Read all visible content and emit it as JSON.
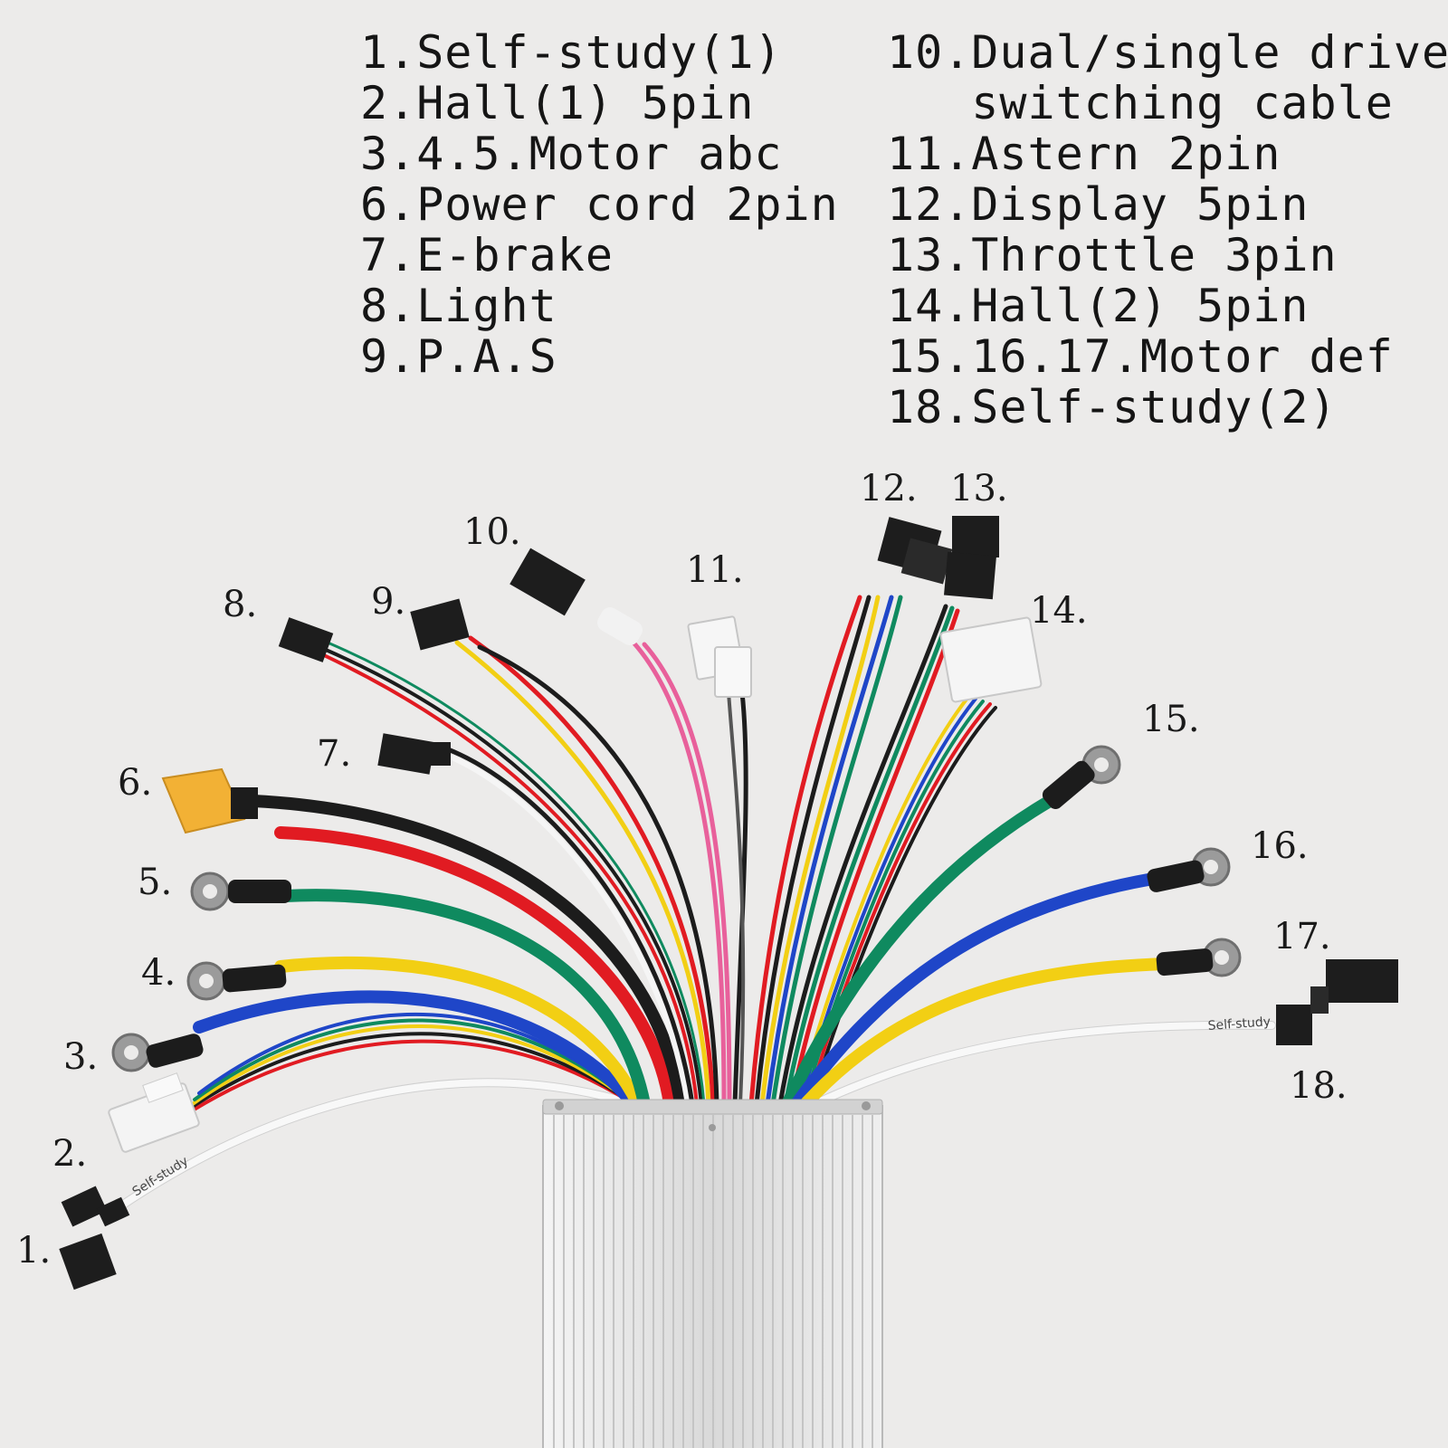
{
  "legend": {
    "left": [
      "1.Self-study(1)",
      "2.Hall(1) 5pin",
      "3.4.5.Motor abc",
      "6.Power cord 2pin",
      "7.E-brake",
      "8.Light",
      "9.P.A.S"
    ],
    "right": [
      "10.Dual/single drive",
      "   switching cable",
      "11.Astern 2pin",
      "12.Display 5pin",
      "13.Throttle 3pin",
      "14.Hall(2) 5pin",
      "15.16.17.Motor def",
      "18.Self-study(2)"
    ]
  },
  "callouts": {
    "c1": "1.",
    "c2": "2.",
    "c3": "3.",
    "c4": "4.",
    "c5": "5.",
    "c6": "6.",
    "c7": "7.",
    "c8": "8.",
    "c9": "9.",
    "c10": "10.",
    "c11": "11.",
    "c12": "12.",
    "c13": "13.",
    "c14": "14.",
    "c15": "15.",
    "c16": "16.",
    "c17": "17.",
    "c18": "18."
  },
  "cable_labels": {
    "self_study_left": "Self-study",
    "self_study_right": "Self-study"
  },
  "colors": {
    "background": "#ecebea",
    "controller_body": "#dcdcdc",
    "wire_red": "#e11b22",
    "wire_black": "#1c1c1c",
    "wire_green": "#0f8a5f",
    "wire_yellow": "#f2cf14",
    "wire_blue": "#1f46c8",
    "wire_pink": "#e8609b",
    "wire_white": "#f7f7f7",
    "connector_black": "#1d1d1d",
    "connector_white": "#f4f4f4",
    "xt60_yellow": "#f2b135"
  }
}
